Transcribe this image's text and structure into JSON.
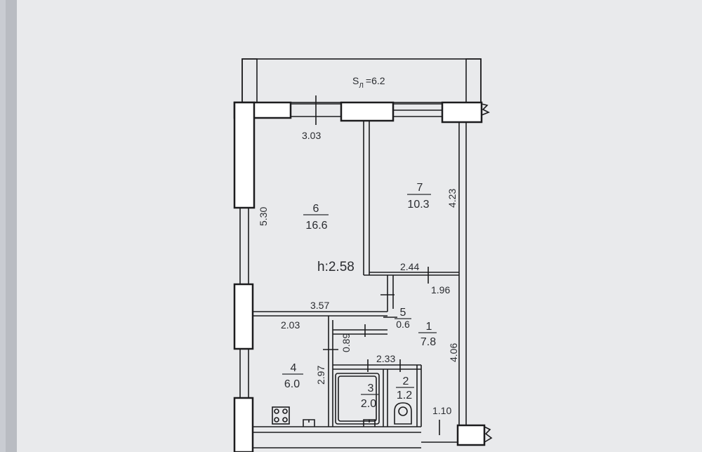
{
  "plan": {
    "balcony_label": "S",
    "balcony_sub": "Л",
    "balcony_area": "=6.2",
    "ceiling_height": "h:2.58"
  },
  "rooms": [
    {
      "id": "room6",
      "number": "6",
      "area": "16.6"
    },
    {
      "id": "room7",
      "number": "7",
      "area": "10.3"
    },
    {
      "id": "room5",
      "number": "5",
      "area": "0.6"
    },
    {
      "id": "room1",
      "number": "1",
      "area": "7.8"
    },
    {
      "id": "room4",
      "number": "4",
      "area": "6.0"
    },
    {
      "id": "room3",
      "number": "3",
      "area": "2.0"
    },
    {
      "id": "room2",
      "number": "2",
      "area": "1.2"
    }
  ],
  "dimensions": {
    "d_303": "3.03",
    "d_530": "5.30",
    "d_423": "4.23",
    "d_244": "2.44",
    "d_196": "1.96",
    "d_357": "3.57",
    "d_203": "2.03",
    "d_089": "0.89",
    "d_406": "4.06",
    "d_233": "2.33",
    "d_297": "2.97",
    "d_110": "1.10"
  }
}
